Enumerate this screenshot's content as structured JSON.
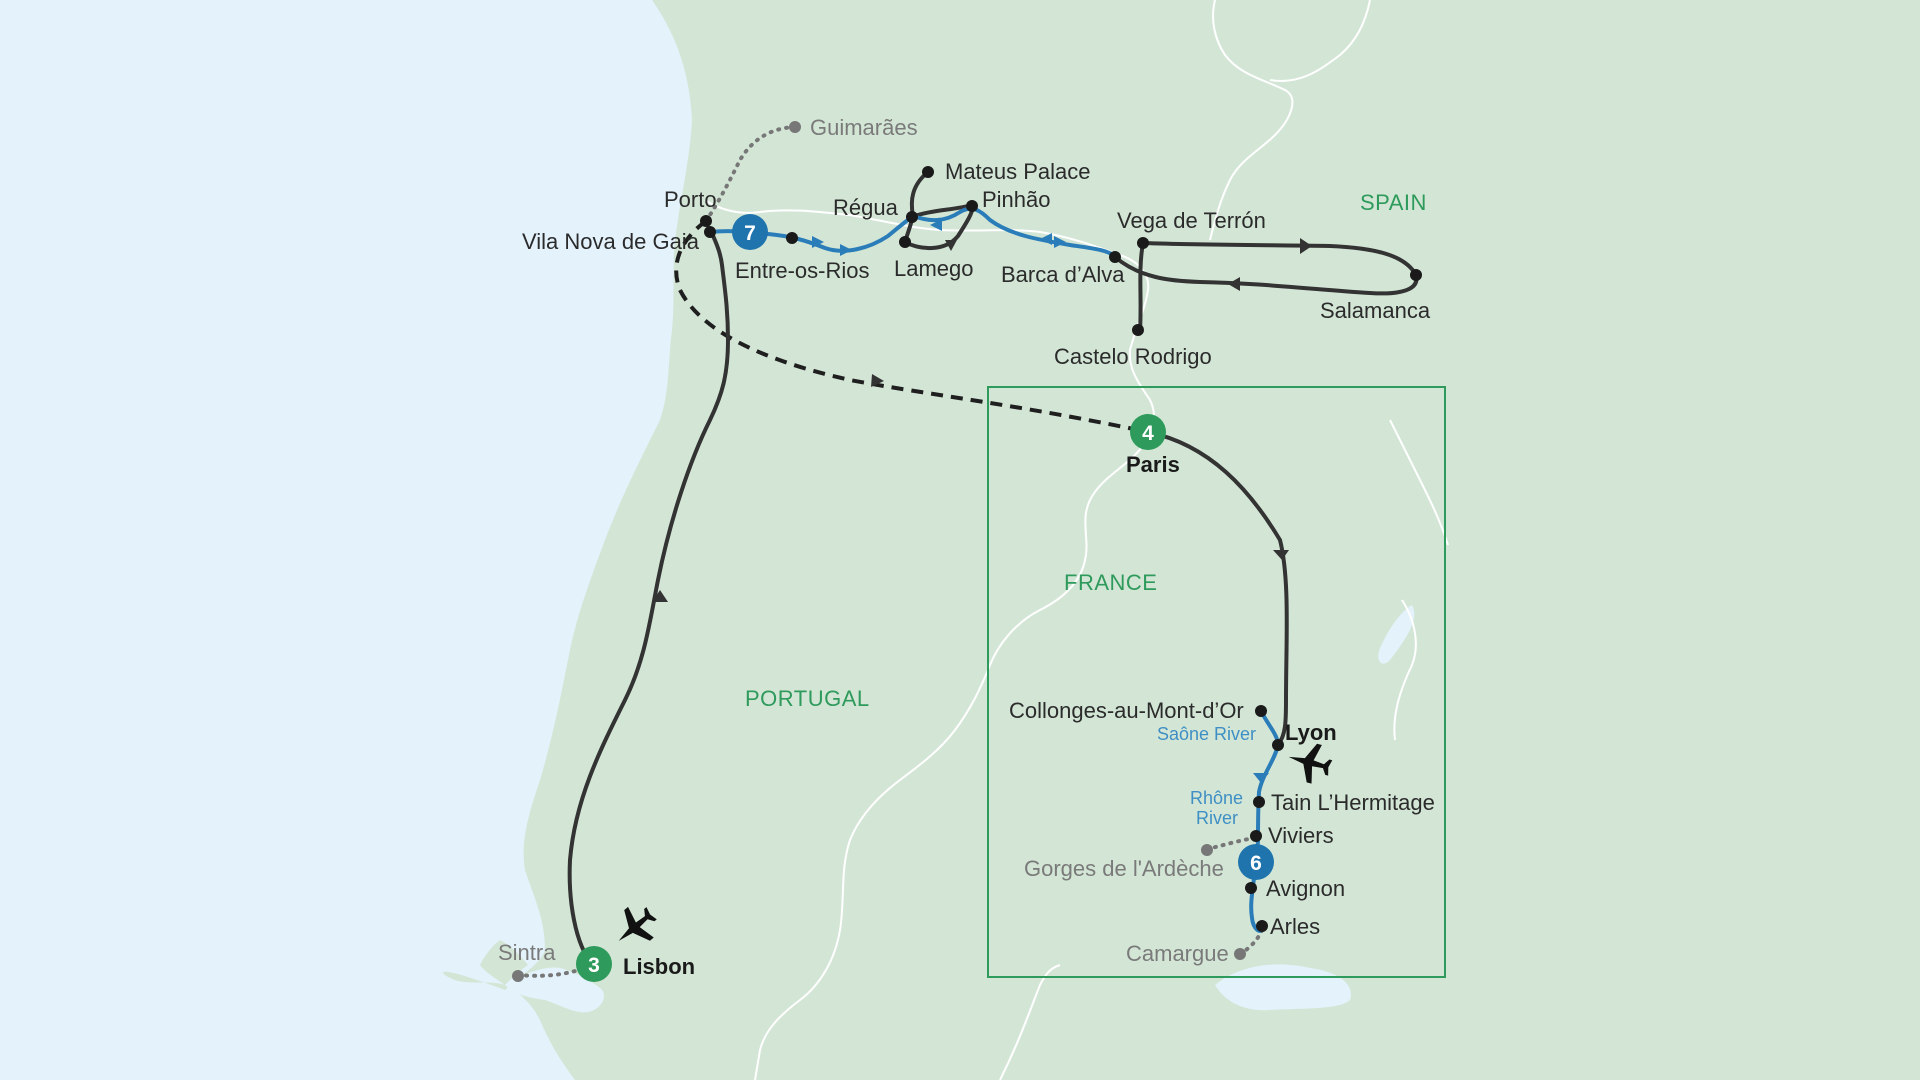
{
  "countries": {
    "spain": "SPAIN",
    "france": "FRANCE",
    "portugal": "PORTUGAL"
  },
  "cities": {
    "guimaraes": "Guimarães",
    "porto": "Porto",
    "vila_nova_de_gaia": "Vila Nova de Gaia",
    "entre_os_rios": "Entre-os-Rios",
    "regua": "Régua",
    "mateus_palace": "Mateus Palace",
    "pinhao": "Pinhão",
    "lamego": "Lamego",
    "barca_dalva": "Barca d’Alva",
    "vega_de_terron": "Vega de Terrón",
    "salamanca": "Salamanca",
    "castelo_rodrigo": "Castelo Rodrigo",
    "paris": "Paris",
    "collonges": "Collonges-au-Mont-d’Or",
    "lyon": "Lyon",
    "tain": "Tain L’Hermitage",
    "viviers": "Viviers",
    "gorges": "Gorges de l'Ardèche",
    "avignon": "Avignon",
    "arles": "Arles",
    "camargue": "Camargue",
    "sintra": "Sintra",
    "lisbon": "Lisbon"
  },
  "rivers": {
    "saone": "Saône River",
    "rhone_line1": "Rhône",
    "rhone_line2": "River"
  },
  "badges": {
    "porto_nights": "7",
    "paris_nights": "4",
    "lyon_nights": "6",
    "lisbon_nights": "3"
  },
  "colors": {
    "sea": "#e3f2fb",
    "land": "#d3e6d6",
    "border": "#ffffff",
    "route": "#333333",
    "river_route": "#2a7db8",
    "badge_green": "#2e9a5b",
    "badge_blue": "#1f74ad",
    "inset_frame": "#2e9a5b"
  },
  "icons": [
    "plane-icon-lisbon",
    "plane-icon-lyon"
  ]
}
